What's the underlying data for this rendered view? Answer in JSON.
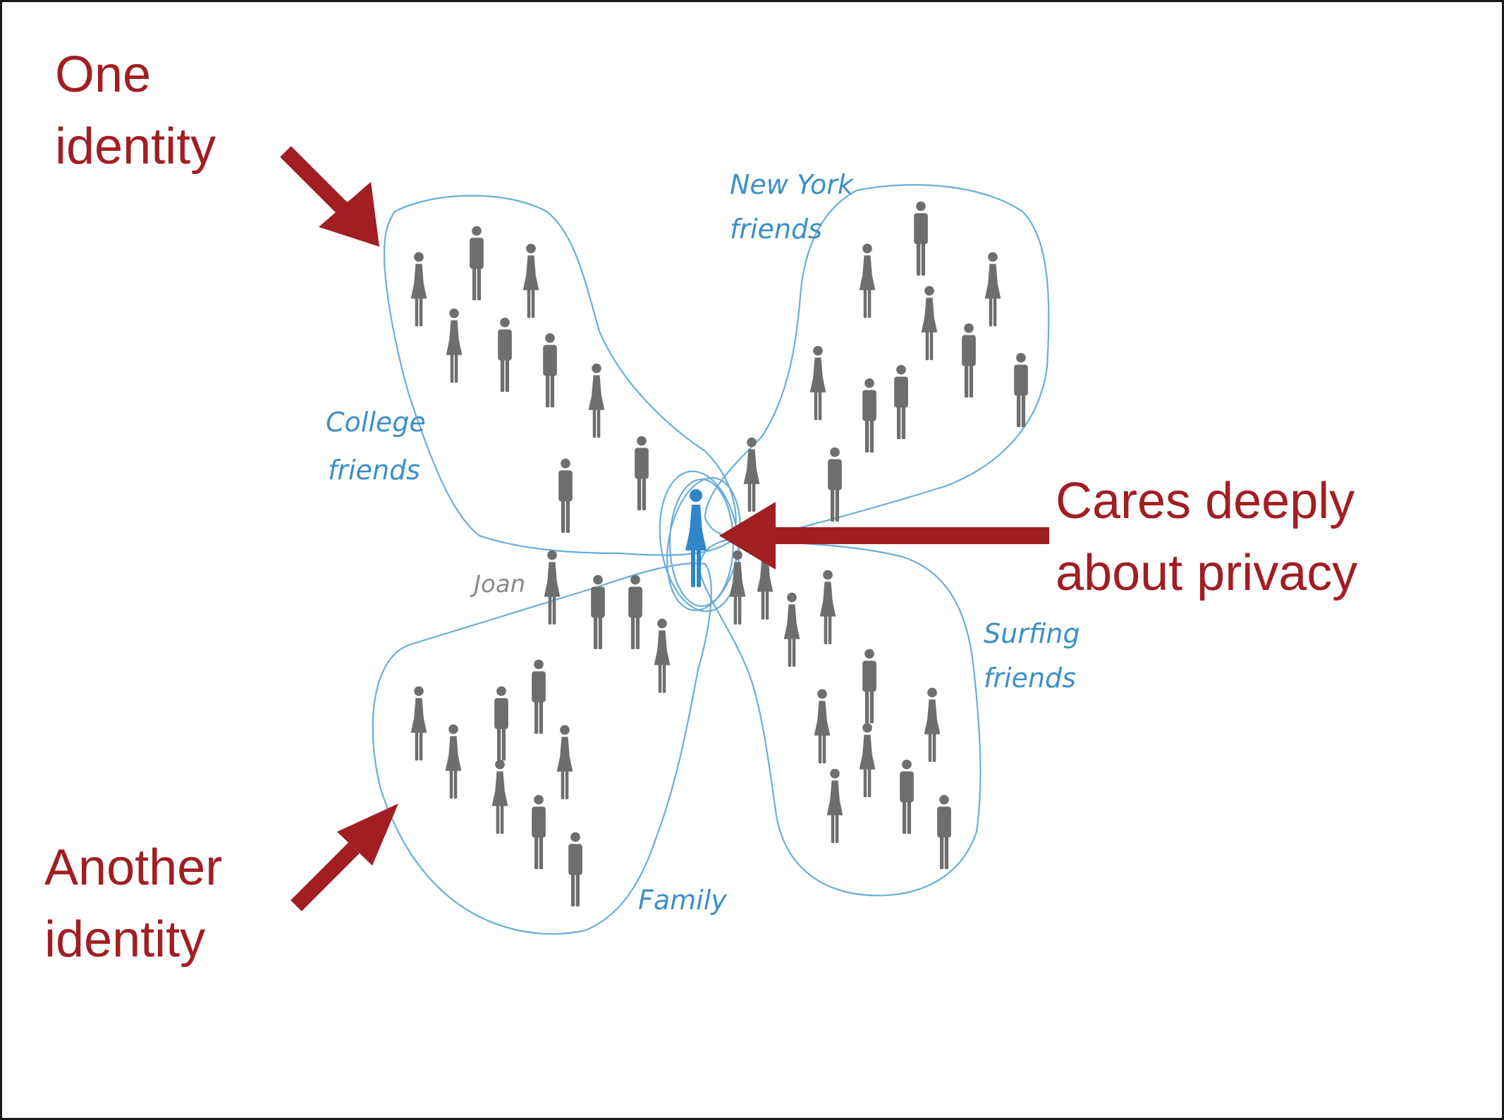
{
  "callouts": {
    "one_identity": [
      "One",
      "identity"
    ],
    "cares_privacy": [
      "Cares deeply",
      "about privacy"
    ],
    "another_identity": [
      "Another",
      "identity"
    ]
  },
  "groups": {
    "college": [
      "College",
      "friends"
    ],
    "new_york": [
      "New York",
      "friends"
    ],
    "surfing": [
      "Surfing",
      "friends"
    ],
    "family": [
      "Family"
    ]
  },
  "people": {
    "joan": "Joan"
  },
  "colors": {
    "callout": "#a11e22",
    "outline": "#6aaed8",
    "group_label": "#3d8fc9",
    "person": "#6e6e6e",
    "center_person": "#2f86c8"
  },
  "icons": {
    "person": "person-figure-icon",
    "arrow": "arrow-icon"
  }
}
